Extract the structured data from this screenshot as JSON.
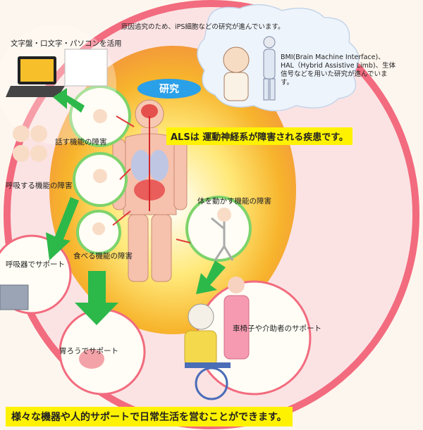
{
  "research_label": "研究",
  "top_note": "原因追究のため、iPS細胞などの研究が進んでいます。",
  "right_note": "BMI(Brain Machine Interface)、HAL（Hybrid Assistive Limb)、生体信号などを用いた研究が進んでいます。",
  "als_banner": "ALSは 運動神経系が障害される疾患です。",
  "bottom_banner": "様々な機器や人的サポートで日常生活を営むことができます。",
  "labels": {
    "communication_support": "文字盤・口文字・パソコンを活用",
    "speech": "話す機能の障害",
    "breathing": "呼吸する機能の障害",
    "movement": "体を動かす機能の障害",
    "ventilator": "呼吸器でサポート",
    "eating": "食べる機能の障害",
    "gastrostomy": "胃ろうでサポート",
    "wheelchair": "車椅子や介助者のサポート"
  },
  "colors": {
    "arrow": "#2db84a",
    "banner": "#fff200",
    "research": "#2aa0e8",
    "glow": "#f7c634"
  }
}
